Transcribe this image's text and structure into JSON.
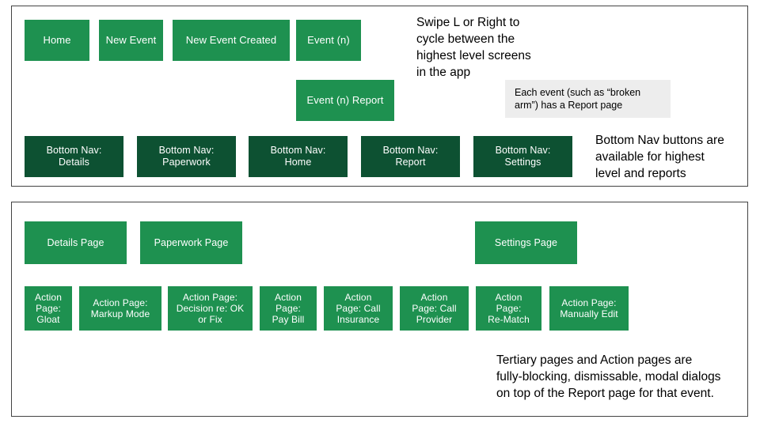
{
  "colors": {
    "green": "#1E9150",
    "dark_green": "#0D5132",
    "note_bg": "#EDEDED",
    "panel_border": "#434343",
    "text_light": "#FFFFFF",
    "text_dark": "#000000"
  },
  "panels": {
    "top": {
      "name": "highest-level-screens-panel"
    },
    "bottom": {
      "name": "tertiary-and-action-pages-panel"
    }
  },
  "top_panel": {
    "top_row_nodes": [
      {
        "label": "Home"
      },
      {
        "label": "New Event"
      },
      {
        "label": "New Event Created"
      },
      {
        "label": "Event (n)"
      }
    ],
    "report_node": {
      "label": "Event (n) Report"
    },
    "swipe_note": "Swipe L or Right to\ncycle between the\nhighest level screens\nin the app",
    "event_report_note": "Each event (such as “broken\narm”) has a Report page",
    "bottom_nav_nodes": [
      {
        "label": "Bottom Nav:\nDetails"
      },
      {
        "label": "Bottom Nav:\nPaperwork"
      },
      {
        "label": "Bottom Nav:\nHome"
      },
      {
        "label": "Bottom Nav:\nReport"
      },
      {
        "label": "Bottom Nav:\nSettings"
      }
    ],
    "bottom_nav_note": "Bottom Nav buttons are\navailable for highest\nlevel and reports"
  },
  "bottom_panel": {
    "page_nodes": [
      {
        "label": "Details Page"
      },
      {
        "label": "Paperwork Page"
      },
      {
        "label": "Settings Page"
      }
    ],
    "action_nodes": [
      {
        "label": "Action\nPage:\nGloat"
      },
      {
        "label": "Action Page:\nMarkup Mode"
      },
      {
        "label": "Action Page:\nDecision re: OK\nor Fix"
      },
      {
        "label": "Action\nPage:\nPay Bill"
      },
      {
        "label": "Action\nPage: Call\nInsurance"
      },
      {
        "label": "Action\nPage: Call\nProvider"
      },
      {
        "label": "Action\nPage:\nRe-Match"
      },
      {
        "label": "Action Page:\nManually Edit"
      }
    ],
    "modal_note": "Tertiary pages and Action pages are\nfully-blocking, dismissable, modal dialogs\non top of the Report page for that event."
  }
}
